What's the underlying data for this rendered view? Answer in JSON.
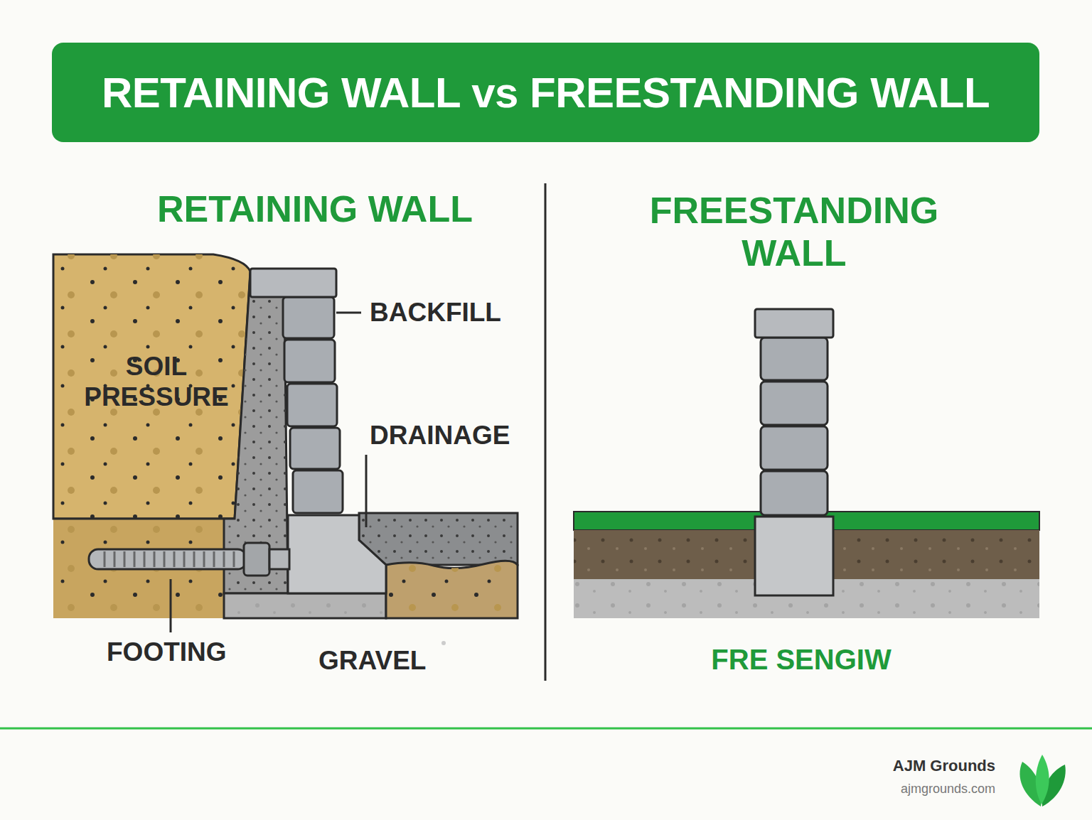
{
  "diagram": {
    "title": "RETAINING WALL vs FREESTANDING WALL",
    "labels": [
      "RETAINING WALL",
      "SOIL PRESSURE",
      "BACKFILL",
      "DRAINAGE",
      "FOOTING",
      "GRAVEL",
      "FREESTANDING WALL",
      "FRE SENGIW",
      "AJM Grounds",
      "ajmgrounds.com"
    ]
  }
}
